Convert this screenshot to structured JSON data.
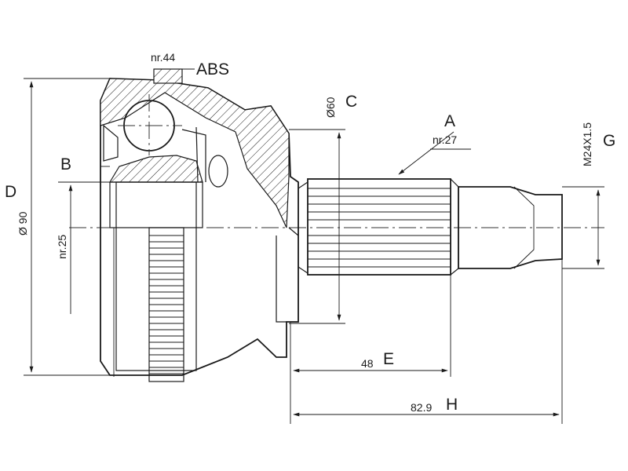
{
  "labels": {
    "abs": "ABS",
    "abs_teeth": "nr.44",
    "c": "C",
    "c_dim": "Ø60",
    "a": "A",
    "a_teeth": "nr.27",
    "g": "G",
    "g_dim": "M24X1.5",
    "b": "B",
    "b_teeth": "nr.25",
    "d": "D",
    "d_dim": "Ø 90",
    "e": "E",
    "e_dim": "48",
    "h": "H",
    "h_dim": "82.9"
  },
  "colors": {
    "line": "#1a1a1a",
    "background": "#ffffff"
  }
}
